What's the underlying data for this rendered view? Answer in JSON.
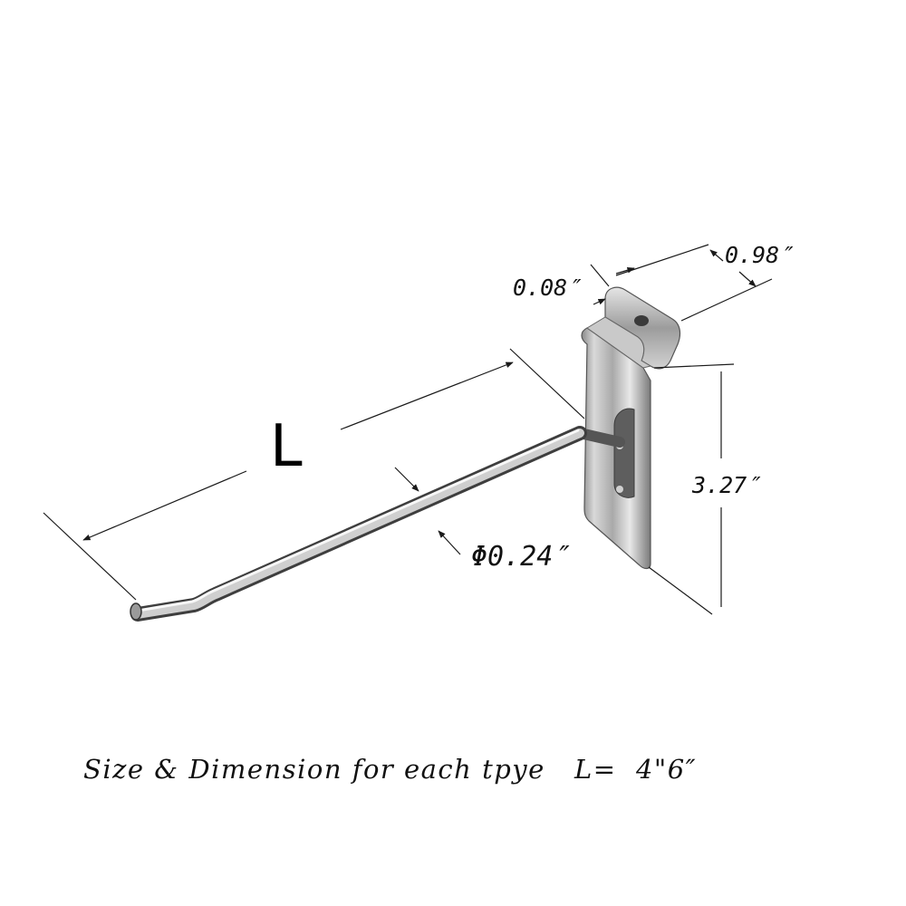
{
  "labels": {
    "length": "L",
    "thickness": "0.08″",
    "width": "0.98″",
    "height": "3.27″",
    "diameter": "Φ0.24″"
  },
  "caption": {
    "text": "Size & Dimension for each tpye   L=  4\"6″"
  },
  "colors": {
    "line": "#1a1a1a",
    "metal_light": "#f2f2f2",
    "metal_mid": "#b8b8b8",
    "metal_dark": "#5a5a5a"
  }
}
